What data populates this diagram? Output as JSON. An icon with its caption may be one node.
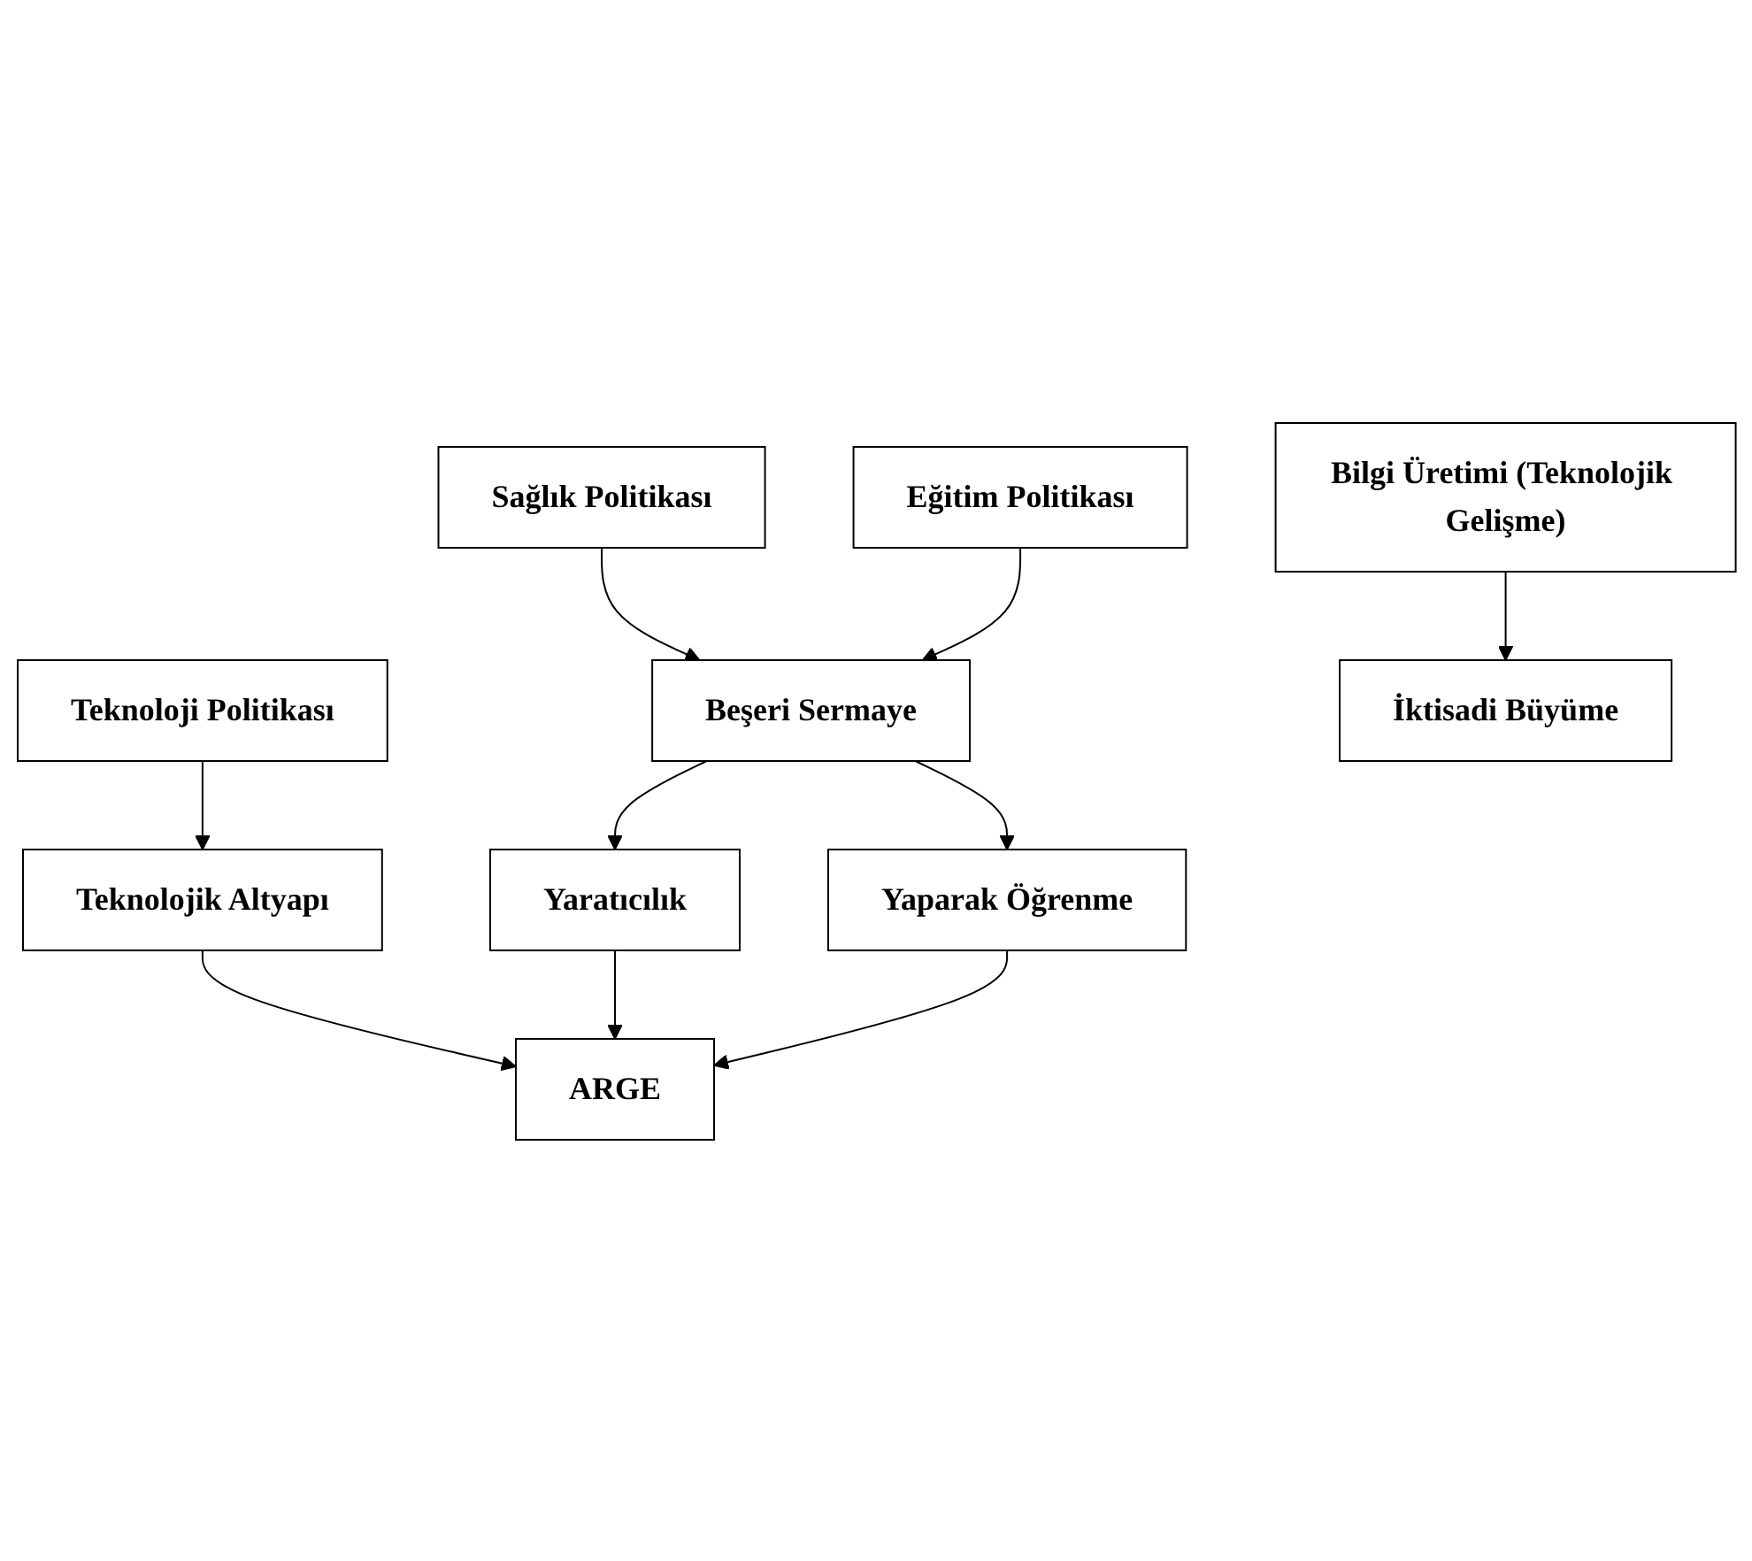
{
  "diagram": {
    "nodes": [
      {
        "text": [
          "Sağlık Politikası"
        ]
      },
      {
        "text": [
          "Eğitim Politikası"
        ]
      },
      {
        "text": [
          "Teknoloji Politikası"
        ]
      },
      {
        "text": [
          "Beşeri Sermaye"
        ]
      },
      {
        "text": [
          "Teknolojik Altyapı"
        ]
      },
      {
        "text": [
          "Yaratıcılık"
        ]
      },
      {
        "text": [
          "ARGE"
        ]
      },
      {
        "text": [
          "Yaparak Öğrenme"
        ]
      },
      {
        "text": [
          "Bilgi Üretimi (Teknolojik Gelişme)"
        ]
      },
      {
        "text": [
          "İktisadi Büyüme"
        ]
      }
    ],
    "edges": [
      {
        "from": 0,
        "to": 3,
        "arrow": "to"
      },
      {
        "from": 1,
        "to": 3,
        "arrow": "to"
      },
      {
        "from": 2,
        "to": 4,
        "arrow": "to"
      },
      {
        "from": 3,
        "to": 5,
        "arrow": "to"
      },
      {
        "from": 3,
        "to": 7,
        "arrow": "to"
      },
      {
        "from": 5,
        "to": 6,
        "arrow": "to"
      },
      {
        "from": 4,
        "to": 6,
        "arrow": "to"
      },
      {
        "from": 7,
        "to": 6,
        "arrow": "to"
      },
      {
        "from": 8,
        "to": 9,
        "arrow": "to"
      }
    ]
  }
}
